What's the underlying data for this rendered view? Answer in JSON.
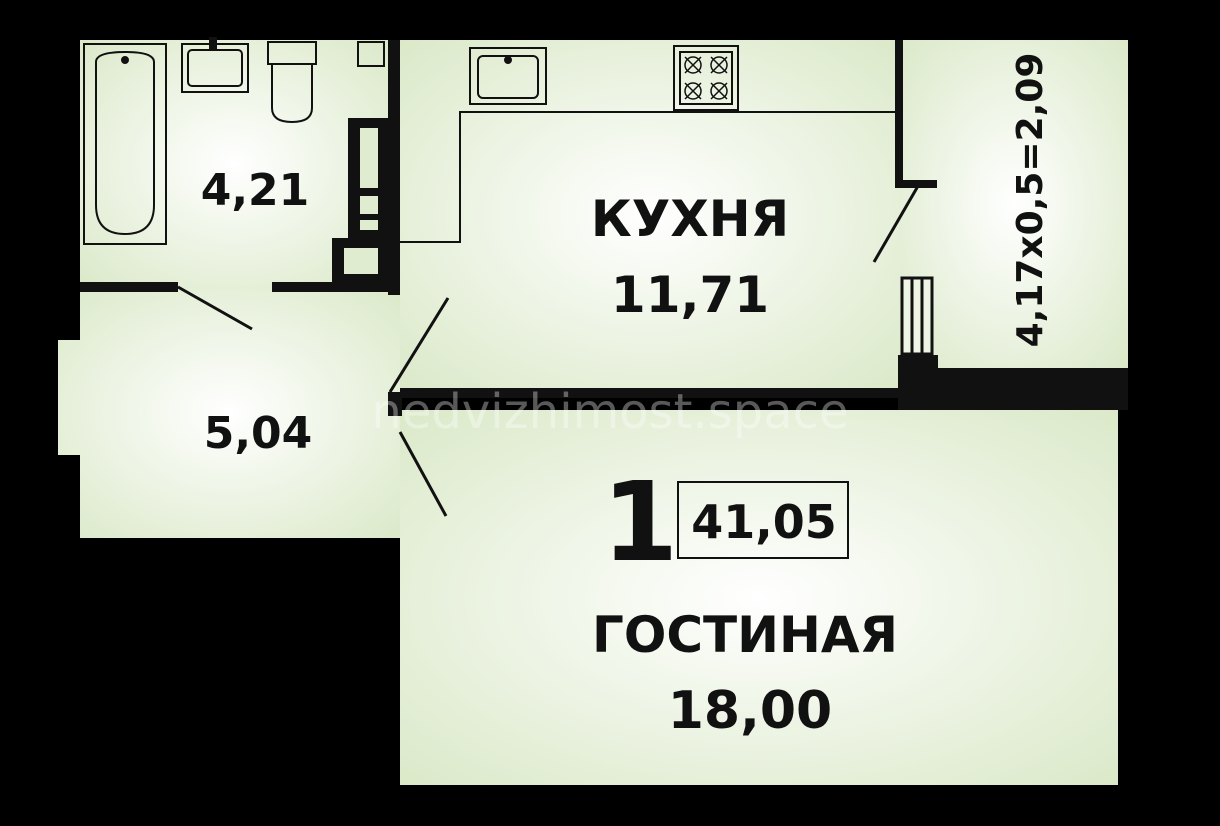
{
  "colors": {
    "background": "#000000",
    "floor": "#dfeccf",
    "walls": "#111111",
    "watermark": "#ffffff"
  },
  "rooms": {
    "bathroom": {
      "area": "4,21"
    },
    "hall": {
      "area": "5,04"
    },
    "kitchen": {
      "name": "КУХНЯ",
      "area": "11,71"
    },
    "living": {
      "name": "ГОСТИНАЯ",
      "area": "18,00"
    },
    "balcony": {
      "area": "4,17x0,5=2,09"
    }
  },
  "apartment": {
    "rooms_count": "1",
    "total_area": "41,05"
  },
  "watermark": "nedvizhimost.space",
  "fixtures": [
    "bathtub-icon",
    "sink-icon",
    "toilet-icon",
    "kitchen-sink-icon",
    "stove-icon",
    "radiator-icon"
  ]
}
